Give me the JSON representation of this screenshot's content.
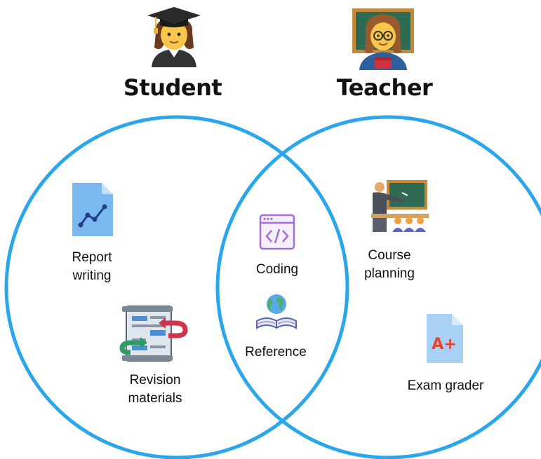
{
  "headings": {
    "student": "Student",
    "teacher": "Teacher"
  },
  "labels": {
    "report_writing": [
      "Report",
      "writing"
    ],
    "revision_materials": [
      "Revision",
      "materials"
    ],
    "coding": [
      "Coding"
    ],
    "reference": [
      "Reference"
    ],
    "course_planning": [
      "Course",
      "planning"
    ],
    "exam_grader": [
      "Exam grader"
    ]
  },
  "icons": {
    "student": "student-emoji-icon",
    "teacher": "teacher-emoji-icon",
    "report": "line-chart-document-icon",
    "revision": "revision-document-arrows-icon",
    "coding": "code-window-icon",
    "reference": "globe-open-book-icon",
    "course": "teacher-at-chalkboard-icon",
    "exam": "a-plus-document-icon",
    "exam_grade_text": "A+"
  },
  "colors": {
    "circle_stroke": "#2aa6ea",
    "text": "#111111",
    "doc_blue": "#7ab8f0",
    "code_purple": "#a66bdd",
    "grade_red": "#e8412c"
  }
}
